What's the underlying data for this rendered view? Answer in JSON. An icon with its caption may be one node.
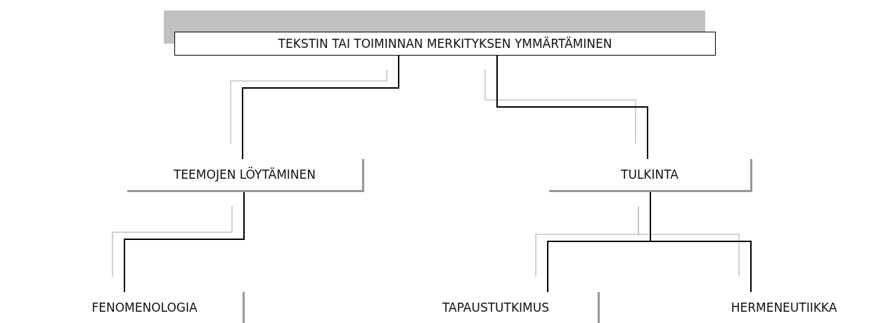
{
  "diagram": {
    "nodes": [
      {
        "text": [
          "TEKSTIN TAI TOIMINNAN MERKITYKSEN YMMÄRTÄMINEN"
        ]
      },
      {
        "text": [
          "TEEMOJEN LÖYTÄMINEN"
        ]
      },
      {
        "text": [
          "TULKINTA"
        ]
      },
      {
        "text": [
          "FENOMENOLOGIA"
        ]
      },
      {
        "text": [
          "TAPAUSTUTKIMUS"
        ]
      },
      {
        "text": [
          "HERMENEUTIIKKA"
        ]
      }
    ],
    "edges": [
      {
        "from": 0,
        "to": 1,
        "arrow": "none"
      },
      {
        "from": 0,
        "to": 2,
        "arrow": "none"
      },
      {
        "from": 1,
        "to": 3,
        "arrow": "none"
      },
      {
        "from": 2,
        "to": 4,
        "arrow": "none"
      },
      {
        "from": 2,
        "to": 5,
        "arrow": "none"
      }
    ]
  }
}
